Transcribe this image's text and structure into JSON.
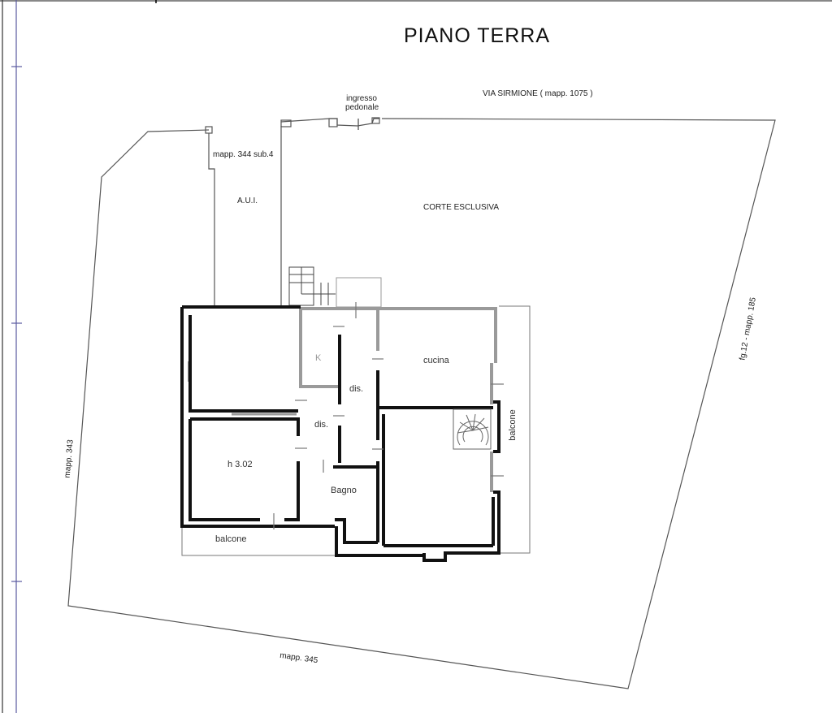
{
  "drawing": {
    "title": "PIANO  TERRA",
    "street_label": "VIA SIRMIONE ( mapp. 1075 )",
    "entrance_label_line1": "ingresso",
    "entrance_label_line2": "pedonale",
    "neighbor_top_label": "mapp. 344  sub.4",
    "aui_label": "A.U.I.",
    "court_label": "CORTE  ESCLUSIVA",
    "east_parcel_label": "fg.12 - mapp. 185",
    "west_parcel_label": "mapp. 343",
    "south_parcel_label": "mapp. 345"
  },
  "rooms": {
    "closet": "K",
    "hall_upper": "dis.",
    "hall_lower": "dis.",
    "kitchen": "cucina",
    "bedroom_height": "h 3.02",
    "bathroom": "Bagno",
    "balcony_south": "balcone",
    "balcony_east": "balcone"
  },
  "colors": {
    "wall_new": "#111111",
    "wall_existing": "#9a9a9a",
    "boundary": "#555555",
    "ruler": "#5a5aa0",
    "background": "#ffffff"
  }
}
